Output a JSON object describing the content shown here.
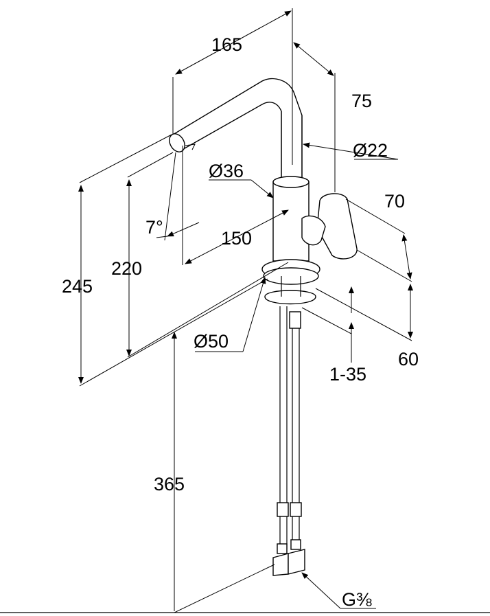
{
  "dimensions": {
    "width_165": "165",
    "reach_75": "75",
    "spout_dia": "Ø22",
    "body_dia": "Ø36",
    "handle_70": "70",
    "spout_150": "150",
    "angle_7": "7°",
    "height_220": "220",
    "height_245": "245",
    "base_dia": "Ø50",
    "depth_60": "60",
    "counter_range": "1-35",
    "hose_365": "365",
    "thread": "G⅜"
  }
}
